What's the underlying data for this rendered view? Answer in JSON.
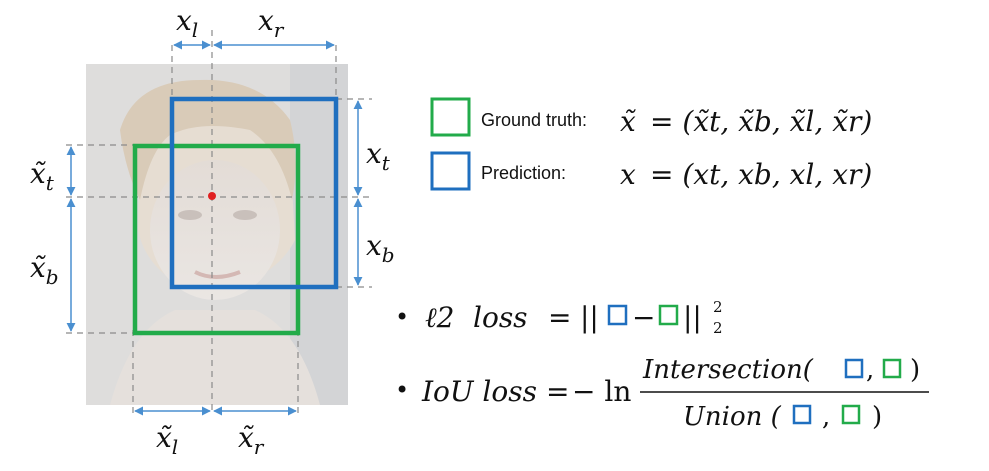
{
  "legend": {
    "ground_truth": {
      "label": "Ground truth:",
      "lhs": "x̃",
      "rhs": "= (x̃t, x̃b, x̃l, x̃r)"
    },
    "prediction": {
      "label": "Prediction:",
      "lhs": "x",
      "rhs": "= (xt, xb, xl, xr)"
    }
  },
  "labels": {
    "xl": "xl",
    "xr": "xr",
    "xt": "xt",
    "xb": "xb",
    "xt_tilde": "x̃t",
    "xb_tilde": "x̃b",
    "xl_tilde": "x̃l",
    "xr_tilde": "x̃r"
  },
  "formulas": {
    "l2": {
      "bullet": "•",
      "name": "ℓ2",
      "word": "loss",
      "eq": "=",
      "norm_open": "||",
      "minus": "−",
      "norm_close": "||",
      "exp": "2",
      "sub": "2"
    },
    "iou": {
      "bullet": "•",
      "name": "IoU loss",
      "eq": "=",
      "neg_ln": "− ln",
      "numerator": "Intersection(",
      "comma": ",",
      "close": ")",
      "denominator": "Union (",
      "comma2": ",",
      "close2": ")"
    }
  },
  "colors": {
    "ground_truth": "#22ab4a",
    "prediction": "#1f6fbf",
    "center_point": "#e02020",
    "dimension_arrow": "#4a8fd0",
    "dashed_guide": "#8a8a8a",
    "photo_bg": "#dcdcdc"
  }
}
